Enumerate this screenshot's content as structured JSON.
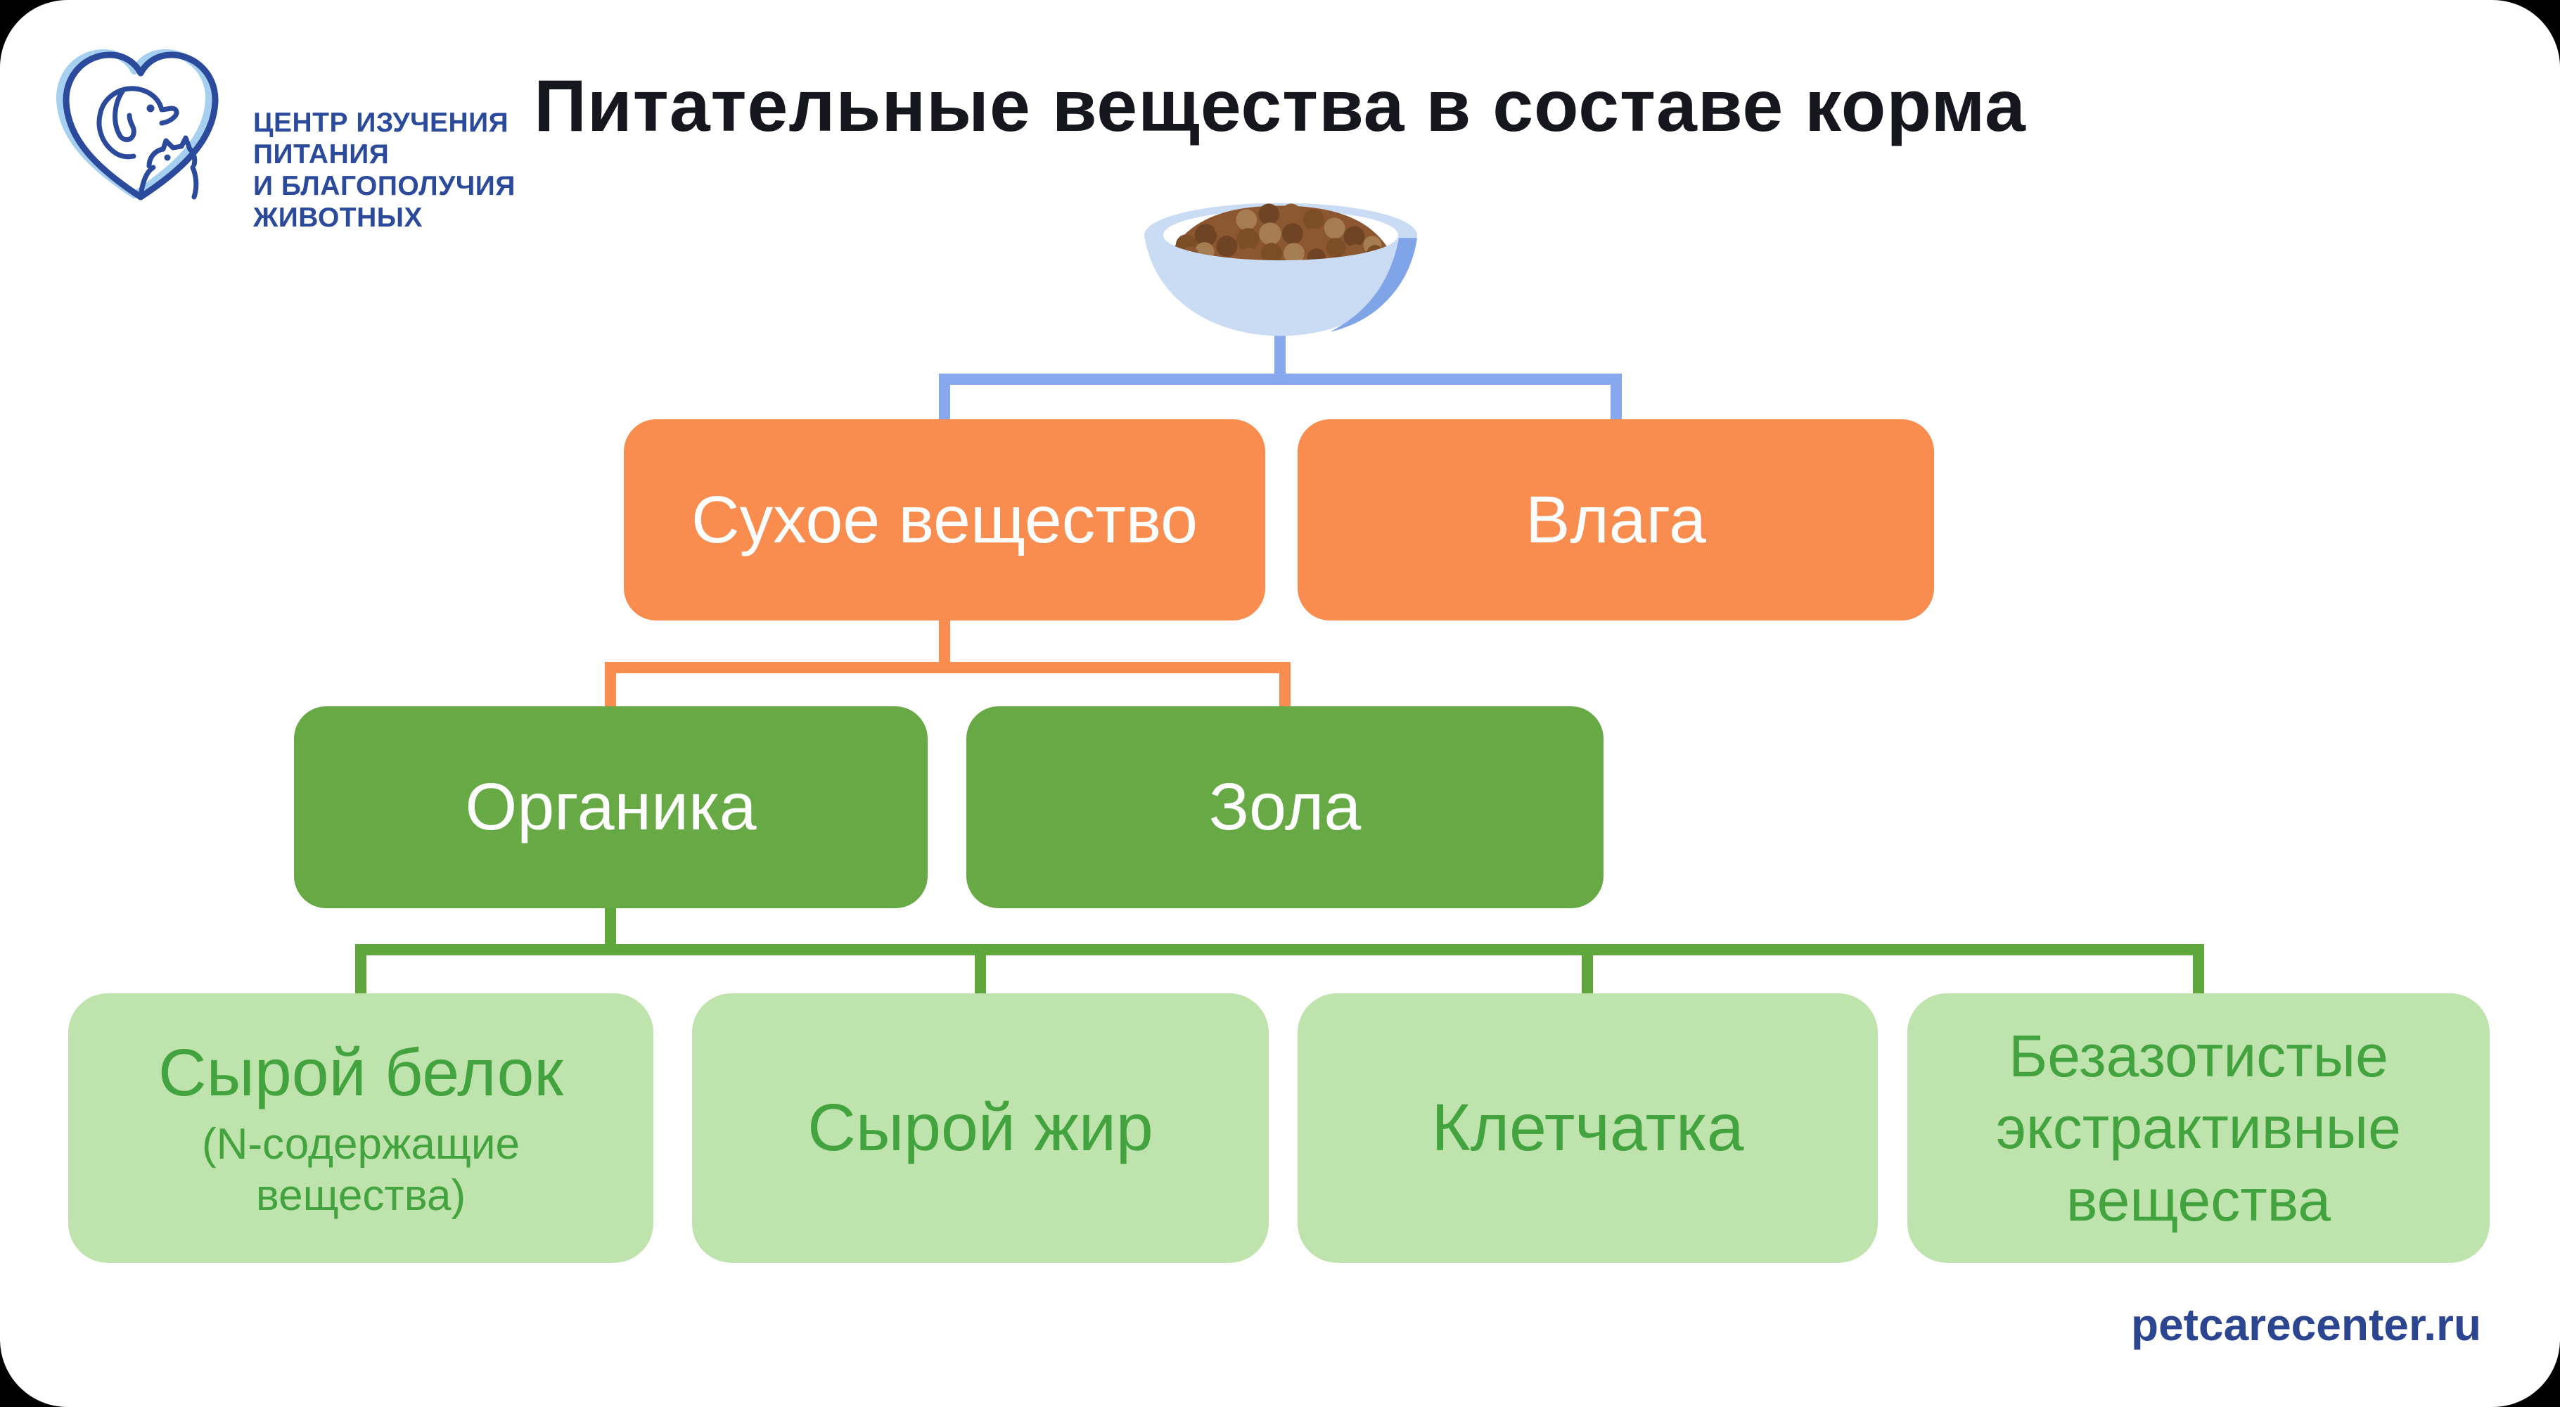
{
  "page": {
    "title": "Питательные вещества в составе корма",
    "website": "petcarecenter.ru"
  },
  "logo": {
    "icon": "heart-with-dog-and-cat",
    "lines": [
      "ЦЕНТР ИЗУЧЕНИЯ",
      "ПИТАНИЯ",
      "И БЛАГОПОЛУЧИЯ",
      "ЖИВОТНЫХ"
    ]
  },
  "diagram": {
    "root_icon": "bowl-of-pet-food",
    "level1": [
      {
        "label": "Сухое вещество"
      },
      {
        "label": "Влага"
      }
    ],
    "level2": [
      {
        "label": "Органика"
      },
      {
        "label": "Зола"
      }
    ],
    "level3": [
      {
        "label": "Сырой белок",
        "sublabel": "(N-содержащие вещества)"
      },
      {
        "label": "Сырой жир"
      },
      {
        "label": "Клетчатка"
      },
      {
        "label": "Безазотистые экстрактивные вещества"
      }
    ]
  },
  "colors": {
    "orange": "#f98c4f",
    "green": "#67aa45",
    "lightgreen": "#bfe3ac",
    "greentext": "#42a33f",
    "connblue": "#87a8ec",
    "conngreen": "#5fa63c",
    "logoblue": "#2b4a9b",
    "footblue": "#2b4590",
    "title": "#16161f"
  }
}
